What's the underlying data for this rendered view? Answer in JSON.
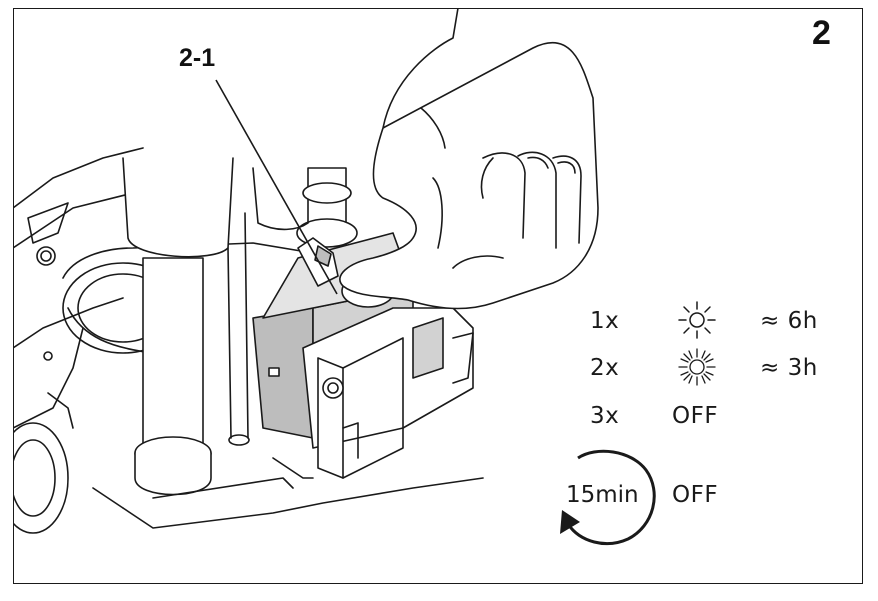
{
  "figure_number": "2",
  "callout_label": "2-1",
  "light_modes": [
    {
      "presses": "1x",
      "icon": "sun-icon",
      "duration": "≈ 6h"
    },
    {
      "presses": "2x",
      "icon": "bright-sun-icon",
      "duration": "≈ 3h"
    },
    {
      "presses": "3x",
      "state": "OFF"
    }
  ],
  "auto_off": {
    "time": "15min",
    "state": "OFF",
    "icon": "counterclockwise-arrow-icon"
  },
  "colors": {
    "ink": "#1a1a1a",
    "shade": "#bdbdbd",
    "paper": "#ffffff"
  }
}
